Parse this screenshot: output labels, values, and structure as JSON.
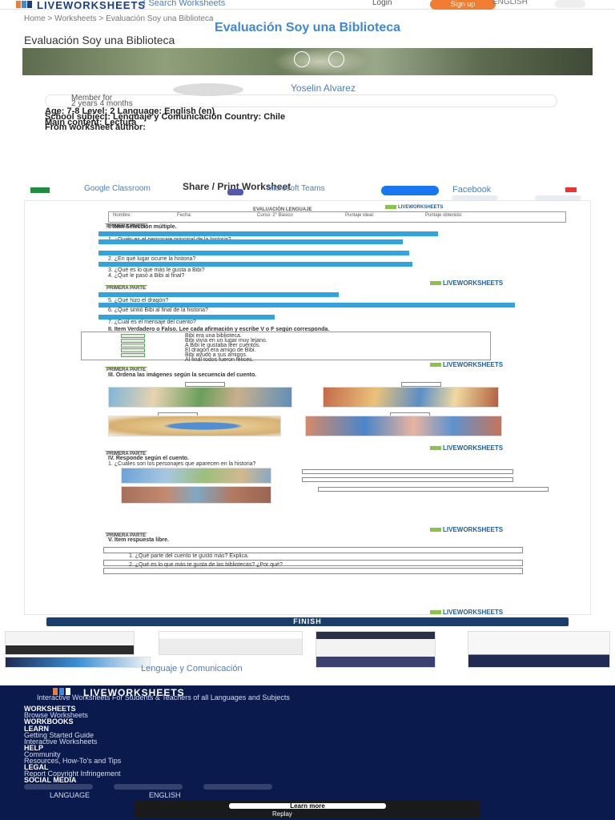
{
  "header": {
    "logo_text": "LIVEWORKSHEETS",
    "search_label": "Search Worksheets",
    "login": "Login",
    "signup": "Sign up",
    "language": "ENGLISH"
  },
  "breadcrumb": "Home   >   Worksheets   >   Evaluación Soy una Biblioteca",
  "worksheet_title": "Evaluación Soy una Biblioteca",
  "worksheet_subtitle": "Evaluación Soy una Biblioteca",
  "author": {
    "name": "Yoselin Alvarez",
    "member_for_label": "Member for",
    "member_for_value": "2 years 4 months"
  },
  "meta": {
    "age": "Age: 7-8    Level: 2    Language: English (en)",
    "school_subject": "School subject: Lenguaje y Comunicación    Country: Chile",
    "main_content": "Main content: Lectura",
    "other_contents": "From worksheet author:"
  },
  "share": {
    "title": "Share / Print Worksheet",
    "google_classroom": "Google Classroom",
    "microsoft_teams": "Microsoft Teams",
    "facebook": "Facebook"
  },
  "worksheet": {
    "header_title": "EVALUACIÓN LENGUAJE",
    "header_fields": [
      "Nombre:",
      "Fecha:",
      "Curso: 2° Básico",
      "Puntaje ideal:",
      "Puntaje obtenido:"
    ],
    "sec1_label": "PRIMERA PARTE",
    "sec1_title": "I. Item Selección múltiple.",
    "sec1_lines": [
      "1. ¿Quién es el personaje principal de la historia?",
      "2. ¿En qué lugar ocurre la historia?",
      "3. ¿Qué es lo que más le gusta a Bibi?",
      "4. ¿Qué le pasó a Bibi al final?"
    ],
    "sec2_lines": [
      "5. ¿Qué hizo el dragón?",
      "6. ¿Qué sintió Bibi al final de la historia?",
      "7. ¿Cuál es el mensaje del cuento?"
    ],
    "tf_title": "II. Item Verdadero o Falso. Lee cada afirmación y escribe V o F según corresponda.",
    "tf_items": [
      "Bibi era una biblioteca.",
      "Bibi vivía en un lugar muy lejano.",
      "A Bibi le gustaba leer cuentos.",
      "El dragón era amigo de Bibi.",
      "Bibi ayudó a sus amigos.",
      "Al final todos fueron felices."
    ],
    "seq_title": "III. Ordena las imágenes según la secuencia del cuento.",
    "cloze_title": "IV. Responde según el cuento.",
    "cloze_sub": "1. ¿Cuáles son los personajes que aparecen en la historia?",
    "open_title": "V. Item respuesta libre.",
    "open_q1": "1. ¿Qué parte del cuento te gustó más? Explica.",
    "open_q2": "2. ¿Qué es lo que más te gusta de las bibliotecas? ¿Por qué?",
    "lw_mark": "LIVEWORKSHEETS"
  },
  "finish_label": "FINISH",
  "related_categories": "Lenguaje y Comunicación",
  "footer": {
    "logo_text": "LIVEWORKSHEETS",
    "tagline": "Interactive Worksheets For Students & Teachers of all Languages and Subjects",
    "worksheets_head": "WORKSHEETS",
    "worksheets_item": "Browse Worksheets",
    "workbooks_head": "WORKBOOKS",
    "learn_head": "LEARN",
    "learn_items": [
      "Getting Started Guide",
      "Interactive Worksheets"
    ],
    "help_head": "HELP",
    "help_items": [
      "Community",
      "Resources, How-To's and Tips"
    ],
    "legal_head": "LEGAL",
    "legal_items": [
      "Report Copyright Infringement"
    ],
    "social_head": "SOCIAL MEDIA",
    "language_label": "LANGUAGE",
    "language_value": "ENGLISH"
  },
  "ad": {
    "button": "Learn more",
    "text": "Replay"
  },
  "colors": {
    "brand_blue": "#1a3e7a",
    "accent_orange": "#f07d32",
    "link_blue": "#4a7fc1",
    "footer_bg": "#0a1a4d"
  }
}
